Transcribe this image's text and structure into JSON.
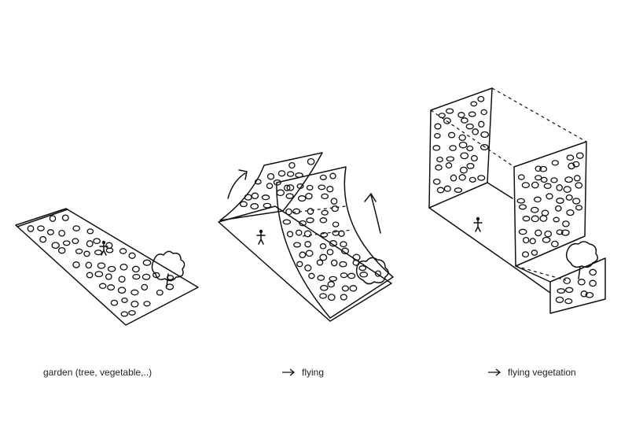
{
  "captions": {
    "garden": "garden (tree, vegetable,..)",
    "flying": "flying",
    "flying_vegetation": "flying vegetation"
  },
  "icons": {
    "arrow": "right-arrow-icon",
    "person": "person-icon",
    "tree": "tree-icon"
  },
  "colors": {
    "ink": "#111111",
    "paper": "#ffffff"
  }
}
